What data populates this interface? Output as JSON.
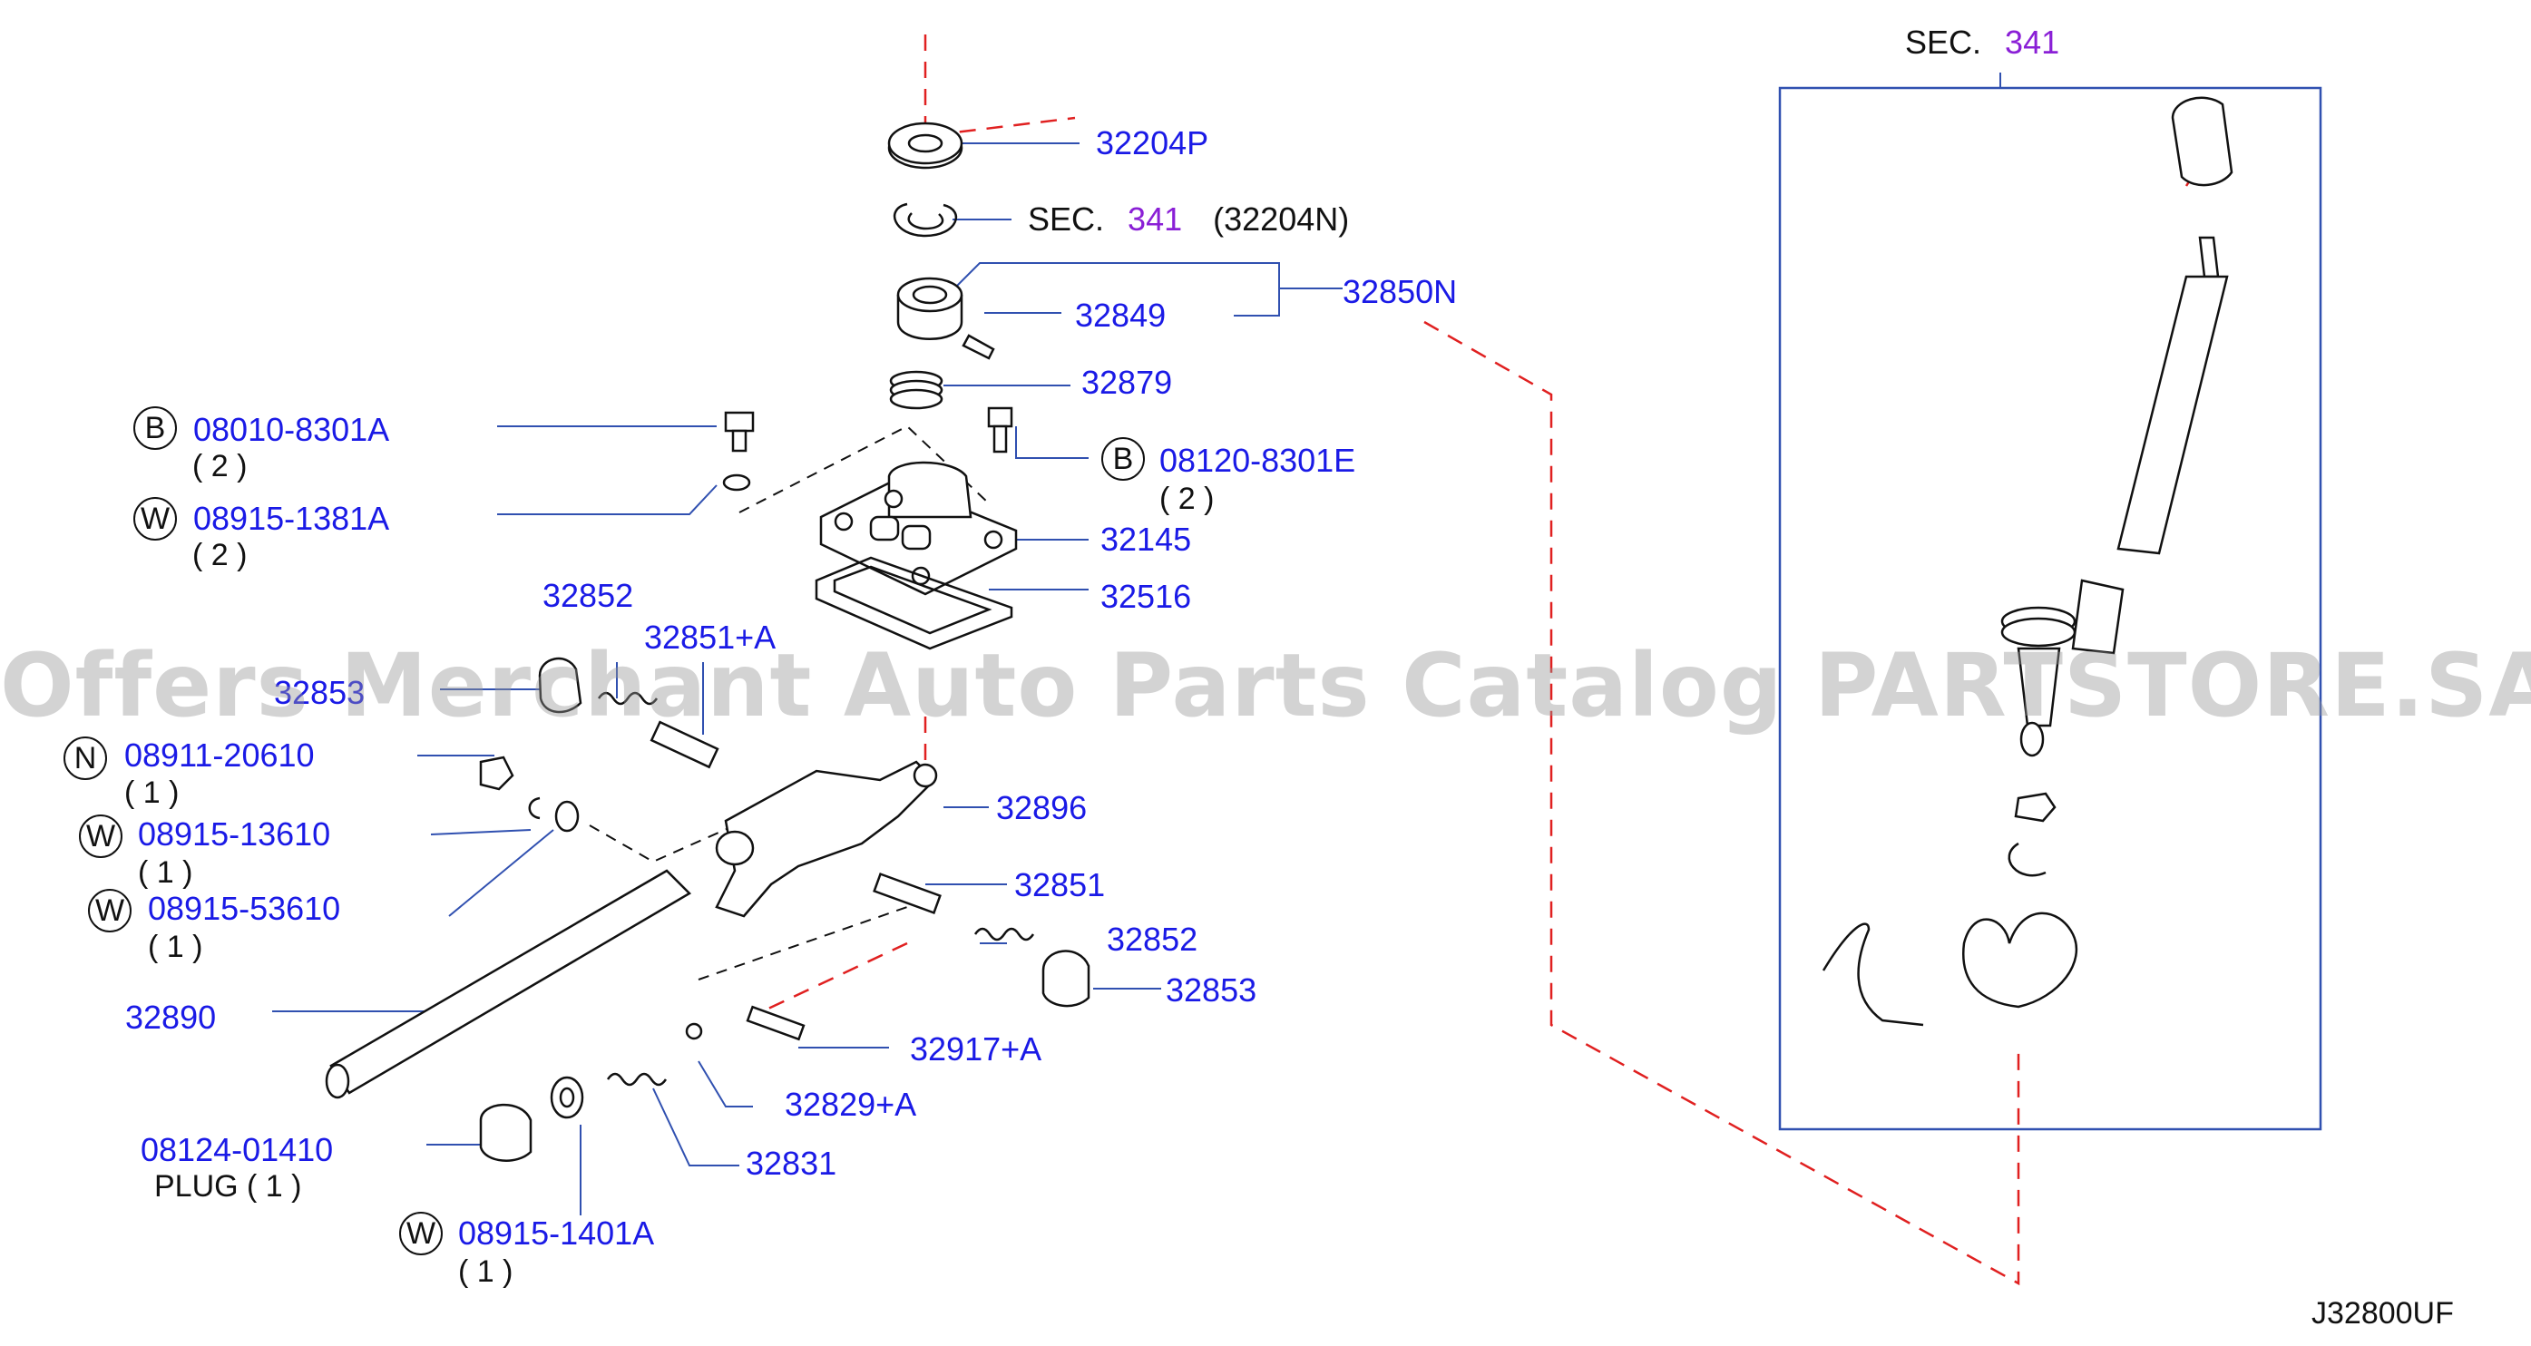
{
  "diagram_code": "J32800UF",
  "watermark": "Offers Merchant Auto Parts Catalog PARTSTORE.SA",
  "colors": {
    "part_number": "#1a1ae6",
    "section_number": "#8a1fd6",
    "leader_dashed": "#e02020",
    "lines": "#111111"
  },
  "sections": {
    "top": {
      "prefix": "SEC.",
      "number": "341",
      "suffix": "(32204N)"
    },
    "box": {
      "prefix": "SEC.",
      "number": "341"
    }
  },
  "parts": {
    "p32204P": "32204P",
    "p32849": "32849",
    "p32850N": "32850N",
    "p32879": "32879",
    "p08010": {
      "symbol": "B",
      "number": "08010-8301A",
      "qty": "( 2 )"
    },
    "p08915_1381": {
      "symbol": "W",
      "number": "08915-1381A",
      "qty": "( 2 )"
    },
    "p08120": {
      "symbol": "B",
      "number": "08120-8301E",
      "qty": "( 2 )"
    },
    "p32145": "32145",
    "p32516": "32516",
    "p32852_top": "32852",
    "p32851A": "32851+A",
    "p32853_left": "32853",
    "p08911": {
      "symbol": "N",
      "number": "08911-20610",
      "qty": "( 1 )"
    },
    "p08915_13610": {
      "symbol": "W",
      "number": "08915-13610",
      "qty": "( 1 )"
    },
    "p08915_53610": {
      "symbol": "W",
      "number": "08915-53610",
      "qty": "( 1 )"
    },
    "p32896": "32896",
    "p32851": "32851",
    "p32852_right": "32852",
    "p32853_right": "32853",
    "p32890": "32890",
    "p32917A": "32917+A",
    "p32829A": "32829+A",
    "p32831": "32831",
    "p08124": {
      "number": "08124-01410",
      "note": "PLUG ( 1 )"
    },
    "p08915_1401": {
      "symbol": "W",
      "number": "08915-1401A",
      "qty": "( 1 )"
    }
  }
}
